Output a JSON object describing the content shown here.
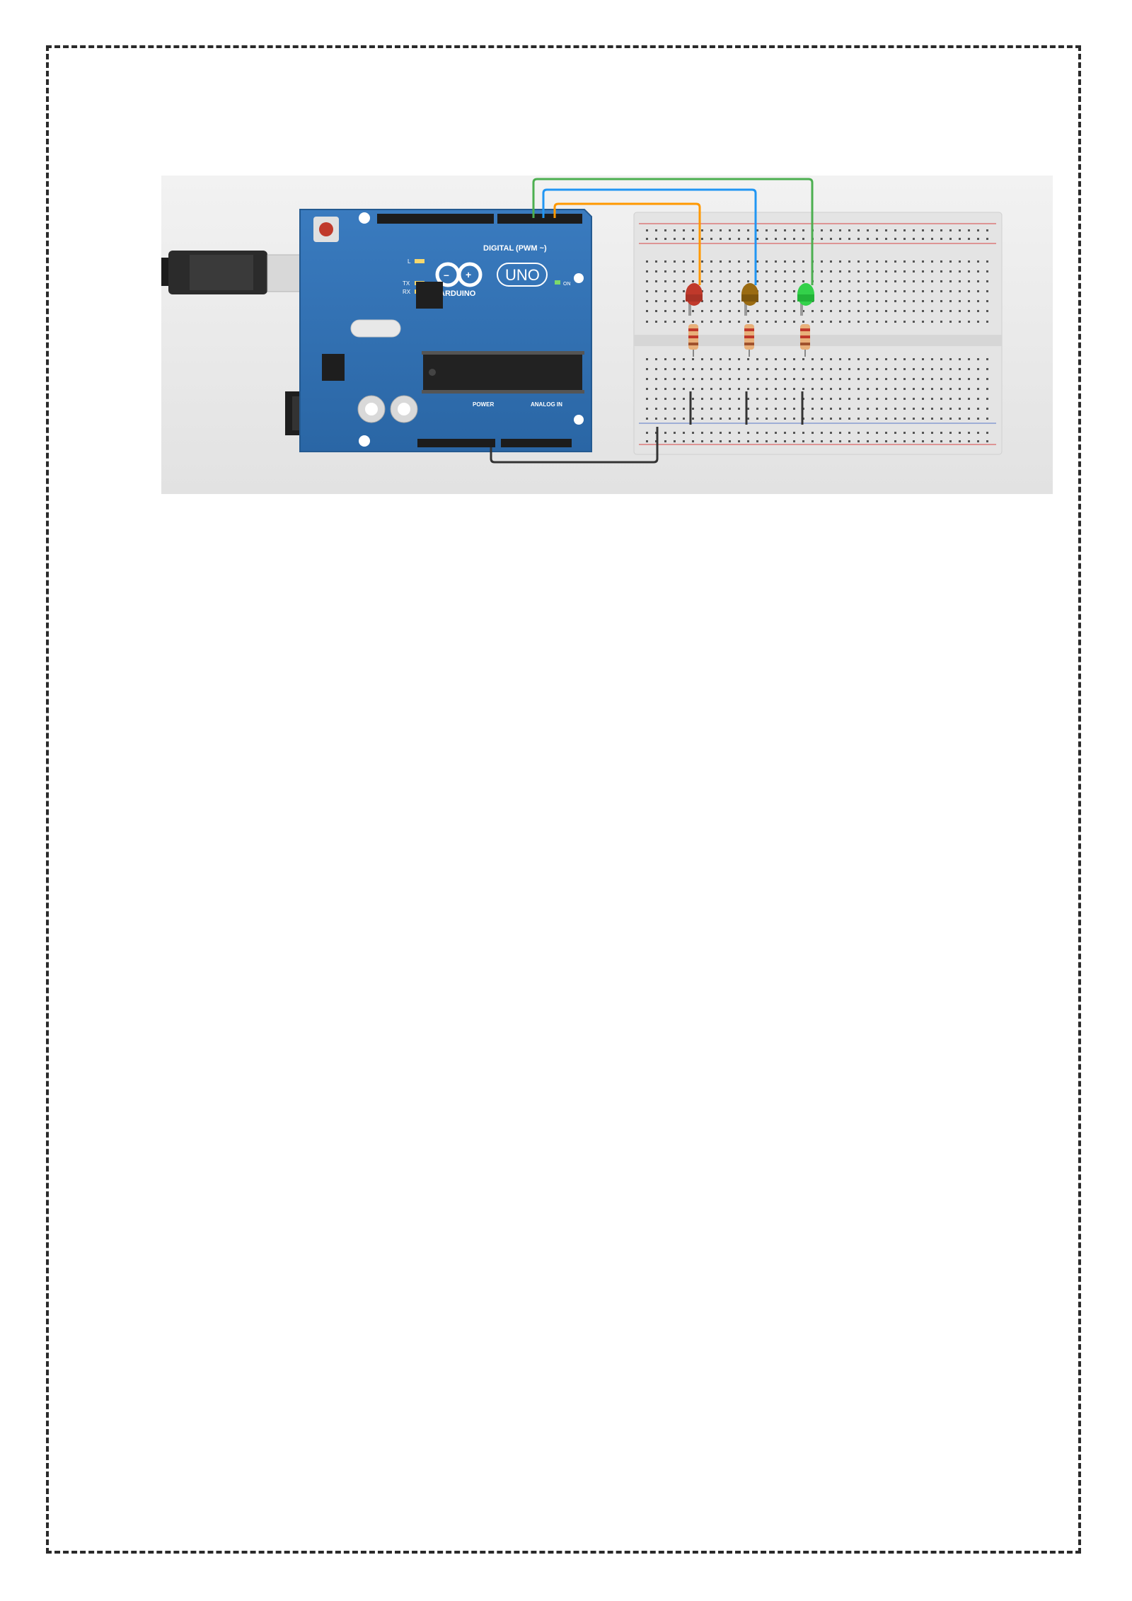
{
  "document": {
    "figure": {
      "board": {
        "brand": "ARDUINO",
        "model": "UNO",
        "digital_label": "DIGITAL (PWM ~)",
        "power_label": "POWER",
        "analog_label": "ANALOG IN",
        "on_label": "ON",
        "tx_label": "TX",
        "rx_label": "RX",
        "l_label": "L"
      },
      "breadboard": {
        "leds": [
          {
            "name": "red-led",
            "color": "#c0392b"
          },
          {
            "name": "yellow-led",
            "color": "#9a6b12"
          },
          {
            "name": "green-led",
            "color": "#33d14a"
          }
        ]
      },
      "wires": {
        "green": "#4caf50",
        "blue": "#2196f3",
        "orange": "#ff9800",
        "ground": "#333333"
      },
      "colors": {
        "board": "#2f6fb0",
        "breadboard": "#e6e6e6",
        "background": "#eeeeee"
      }
    }
  }
}
